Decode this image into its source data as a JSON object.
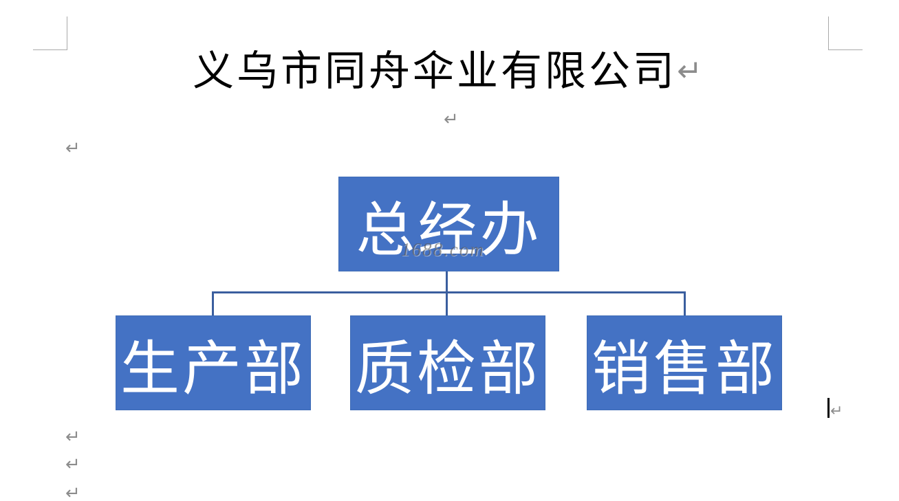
{
  "document": {
    "title": "义乌市同舟伞业有限公司",
    "watermark": "1688.com"
  },
  "formatting_marks": {
    "paragraph_mark": "↵"
  },
  "org_chart": {
    "type": "org-tree",
    "root": "总经办",
    "children": [
      "生产部",
      "质检部",
      "销售部"
    ]
  },
  "colors": {
    "box_fill": "#4472C4",
    "box_border": "#3E6BB5",
    "connector": "#3A5E9E",
    "box_text": "#FFFFFF",
    "title_text": "#000000",
    "mark_gray": "#8C8C8C",
    "cropmark_gray": "#A8A8A8",
    "page_background": "#FFFFFF"
  }
}
